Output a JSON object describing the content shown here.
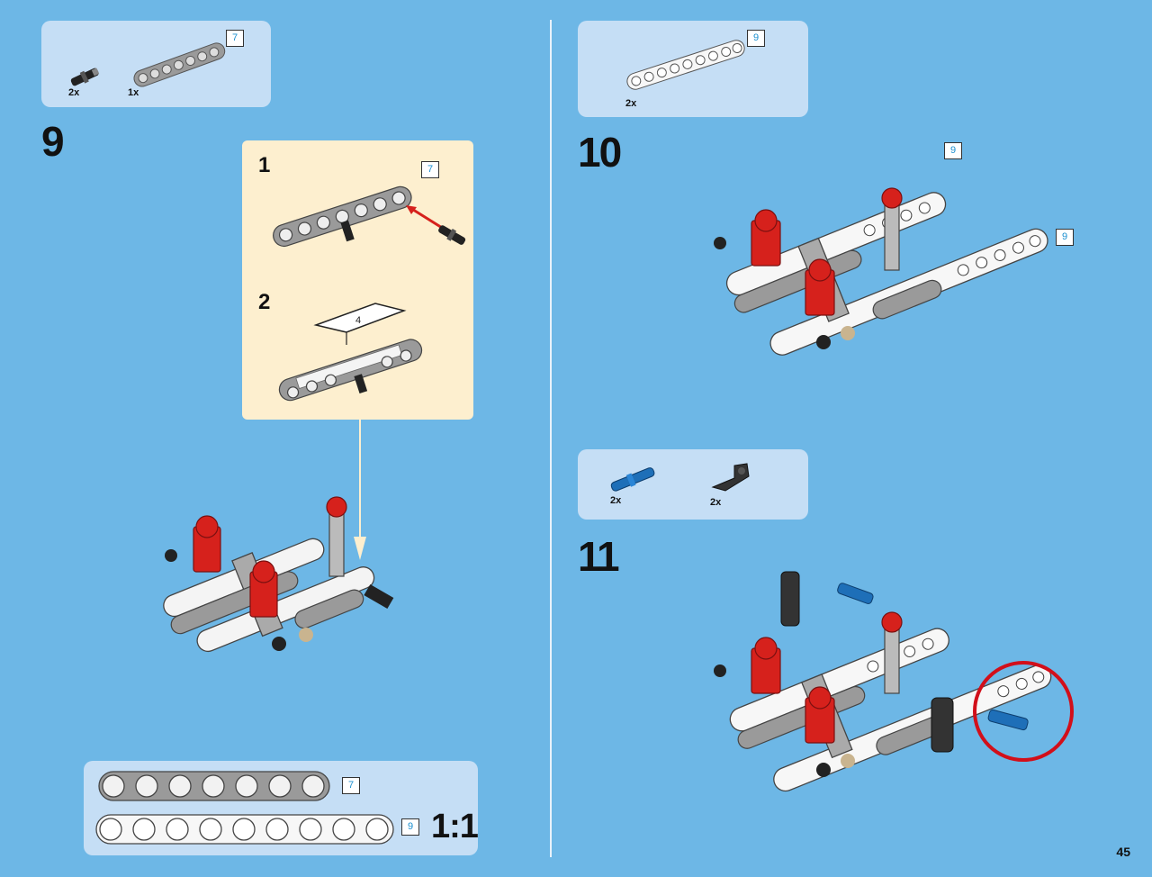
{
  "page": {
    "number": "45"
  },
  "step9": {
    "number": "9",
    "parts": {
      "pin_qty": "2x",
      "beam_qty": "1x",
      "beam_len": "7"
    },
    "sub1": {
      "number": "1",
      "tag": "7"
    },
    "sub2": {
      "number": "2",
      "sticker_number": "4"
    }
  },
  "step10": {
    "number": "10",
    "parts": {
      "beam_qty": "2x",
      "beam_len": "9"
    },
    "tag_a": "9",
    "tag_b": "9"
  },
  "step11": {
    "number": "11",
    "parts": {
      "blue_pin_qty": "2x",
      "connector_qty": "2x"
    }
  },
  "scale": {
    "beam7_tag": "7",
    "beam9_tag": "9",
    "label": "1:1"
  },
  "colors": {
    "background": "#6db7e6",
    "panel": "#c5def5",
    "subpanel": "#fdefcf",
    "part_red": "#d6211c",
    "part_blue": "#1e6fb8",
    "callout_circle": "#d20f1a"
  }
}
